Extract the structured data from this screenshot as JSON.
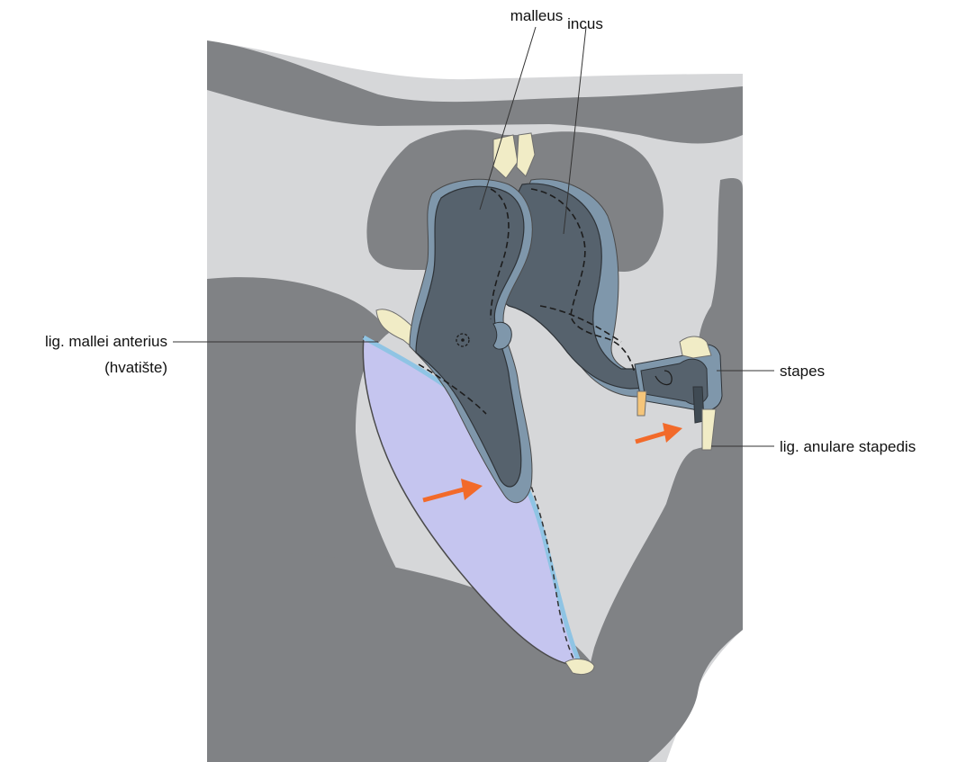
{
  "labels": {
    "malleus": "malleus",
    "incus": "incus",
    "lig_mallei_anterius": "lig. mallei anterius",
    "lig_mallei_anterius_note": "(hvatište)",
    "stapes": "stapes",
    "lig_anulare_stapedis": "lig. anulare stapedis"
  },
  "colors": {
    "background_page": "#d6d7d9",
    "bone": "#808285",
    "ossicle_dark": "#56626d",
    "ossicle_light": "#7f97ab",
    "membrane": "#c5c5ef",
    "membrane_edge": "#8fc4e4",
    "ligament": "#f1ecc6",
    "arrow": "#f26a2a"
  }
}
